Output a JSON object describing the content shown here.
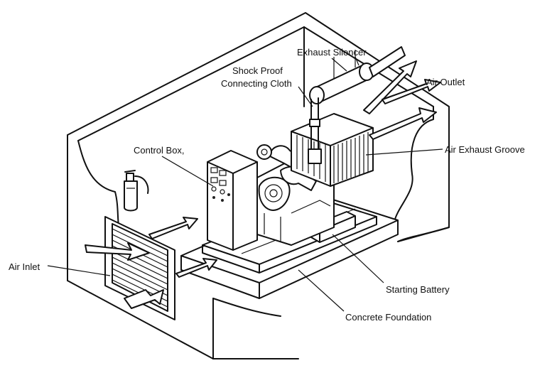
{
  "labels": {
    "exhaust_silencer": "Exhaust Silencer",
    "shock_proof_line1": "Shock Proof",
    "shock_proof_line2": "Connecting Cloth",
    "air_outlet": "Air Outlet",
    "control_box": "Control Box,",
    "air_exhaust_groove": "Air Exhaust Groove",
    "air_inlet": "Air Inlet",
    "starting_battery": "Starting Battery",
    "concrete_foundation": "Concrete Foundation"
  },
  "colors": {
    "line": "#111111",
    "background": "#ffffff"
  }
}
